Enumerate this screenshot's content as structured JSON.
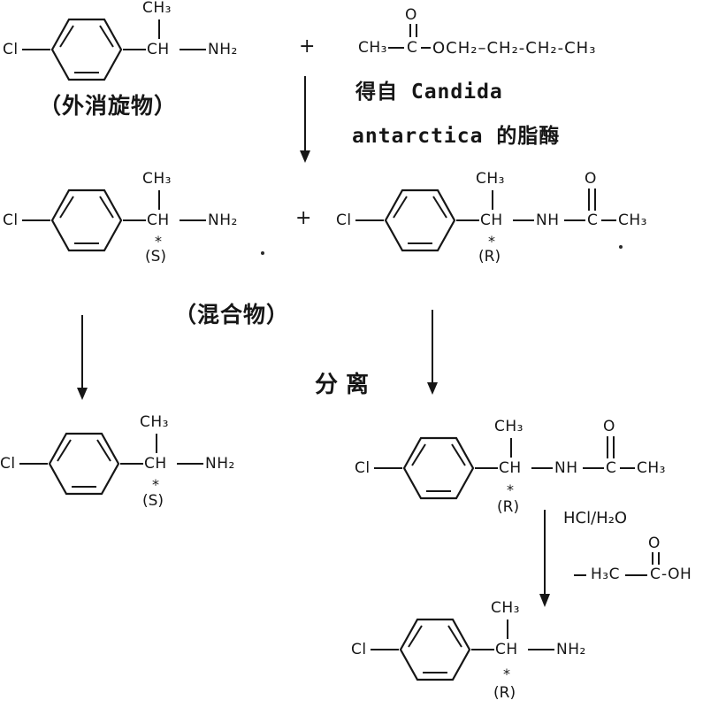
{
  "scheme": {
    "plus": "+",
    "atoms": {
      "cl": "Cl",
      "ch": "CH",
      "ch3": "CH₃",
      "nh2": "NH₂",
      "nh": "NH",
      "c": "C",
      "o": "O",
      "star": "*"
    },
    "stereo": {
      "s": "(S)",
      "r": "(R)"
    },
    "labels": {
      "racemate": "（外消旋物）",
      "mixture": "（混合物）",
      "separation": "分离",
      "enzyme_line1": "得自 Candida",
      "enzyme_line2": "antarctica 的脂酶",
      "hydrolysis": "HCl/H₂O"
    },
    "ester": {
      "ch3": "CH₃",
      "c": "C",
      "o": "O",
      "chain": "OCH₂–CH₂-CH₂-CH₃"
    },
    "acetic": {
      "h3c": "H₃C",
      "c": "C",
      "o": "O",
      "oh": "-OH"
    }
  }
}
